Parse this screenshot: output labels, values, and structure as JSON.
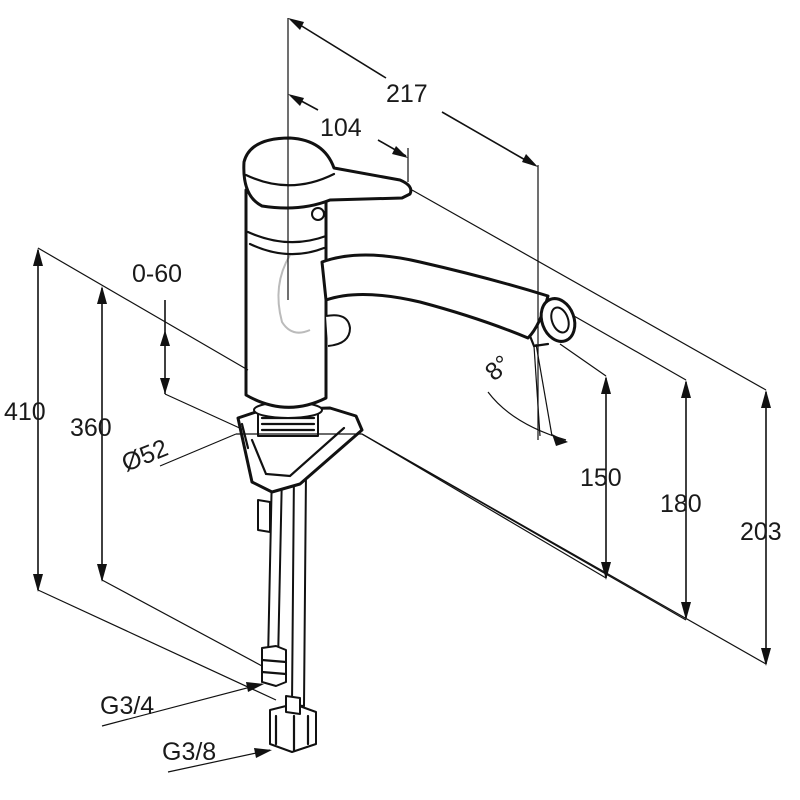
{
  "dimensions": {
    "reach_total": "217",
    "lever_reach": "104",
    "swivel_range": "0-60",
    "height_total": "410",
    "height_body": "360",
    "diameter": "Ø52",
    "spout_angle": "8°",
    "height_150": "150",
    "height_180": "180",
    "height_203": "203",
    "thread_large": "G3/4",
    "thread_small": "G3/8"
  },
  "colors": {
    "line": "#111111",
    "background": "#ffffff"
  }
}
